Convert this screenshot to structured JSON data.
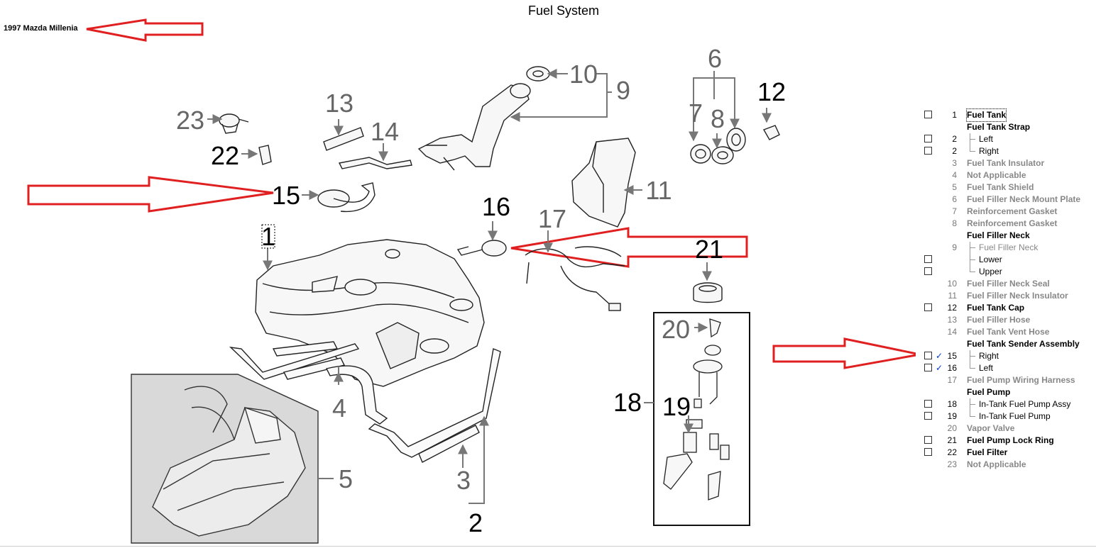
{
  "title": "Fuel System",
  "vehicle": "1997 Mazda Millenia",
  "callouts": {
    "c1": "1",
    "c2": "2",
    "c3": "3",
    "c4": "4",
    "c5": "5",
    "c6": "6",
    "c7": "7",
    "c8": "8",
    "c9": "9",
    "c10": "10",
    "c11": "11",
    "c12": "12",
    "c13": "13",
    "c14": "14",
    "c15": "15",
    "c16": "16",
    "c17": "17",
    "c18": "18",
    "c19": "19",
    "c20": "20",
    "c21": "21",
    "c22": "22",
    "c23": "23"
  },
  "parts": [
    {
      "num": "1",
      "label": "Fuel Tank",
      "checkbox": true,
      "checked": false,
      "strong": true,
      "selected": true
    },
    {
      "num": "",
      "label": "Fuel Tank Strap",
      "checkbox": false,
      "strong": true
    },
    {
      "num": "2",
      "label": "Left",
      "checkbox": true,
      "checked": false,
      "sub": true,
      "strong": true
    },
    {
      "num": "2",
      "label": "Right",
      "checkbox": true,
      "checked": false,
      "sub": true,
      "strong": true,
      "last": true
    },
    {
      "num": "3",
      "label": "Fuel Tank Insulator",
      "checkbox": false,
      "strong": false
    },
    {
      "num": "4",
      "label": "Not Applicable",
      "checkbox": false,
      "strong": false
    },
    {
      "num": "5",
      "label": "Fuel Tank Shield",
      "checkbox": false,
      "strong": false
    },
    {
      "num": "6",
      "label": "Fuel Filler Neck Mount Plate",
      "checkbox": false,
      "strong": false
    },
    {
      "num": "7",
      "label": "Reinforcement Gasket",
      "checkbox": false,
      "strong": false
    },
    {
      "num": "8",
      "label": "Reinforcement Gasket",
      "checkbox": false,
      "strong": false
    },
    {
      "num": "",
      "label": "Fuel Filler Neck",
      "checkbox": false,
      "strong": true
    },
    {
      "num": "9",
      "label": "Fuel Filler Neck",
      "checkbox": false,
      "sub": true,
      "strong": false
    },
    {
      "num": "",
      "label": "Lower",
      "checkbox": true,
      "checked": false,
      "sub": true,
      "strong": true
    },
    {
      "num": "",
      "label": "Upper",
      "checkbox": true,
      "checked": false,
      "sub": true,
      "strong": true,
      "last": true
    },
    {
      "num": "10",
      "label": "Fuel Filler Neck Seal",
      "checkbox": false,
      "strong": false
    },
    {
      "num": "11",
      "label": "Fuel Filler Neck Insulator",
      "checkbox": false,
      "strong": false
    },
    {
      "num": "12",
      "label": "Fuel Tank Cap",
      "checkbox": true,
      "checked": false,
      "strong": true
    },
    {
      "num": "13",
      "label": "Fuel Filler Hose",
      "checkbox": false,
      "strong": false
    },
    {
      "num": "14",
      "label": "Fuel Tank Vent Hose",
      "checkbox": false,
      "strong": false
    },
    {
      "num": "",
      "label": "Fuel Tank Sender Assembly",
      "checkbox": false,
      "strong": true
    },
    {
      "num": "15",
      "label": "Right",
      "checkbox": true,
      "checked": true,
      "sub": true,
      "strong": true
    },
    {
      "num": "16",
      "label": "Left",
      "checkbox": true,
      "checked": true,
      "sub": true,
      "strong": true,
      "last": true
    },
    {
      "num": "17",
      "label": "Fuel Pump Wiring Harness",
      "checkbox": false,
      "strong": false
    },
    {
      "num": "",
      "label": "Fuel Pump",
      "checkbox": false,
      "strong": true
    },
    {
      "num": "18",
      "label": "In-Tank Fuel Pump Assy",
      "checkbox": true,
      "checked": false,
      "sub": true,
      "strong": true
    },
    {
      "num": "19",
      "label": "In-Tank Fuel Pump",
      "checkbox": true,
      "checked": false,
      "sub": true,
      "strong": true,
      "last": true
    },
    {
      "num": "20",
      "label": "Vapor Valve",
      "checkbox": false,
      "strong": false
    },
    {
      "num": "21",
      "label": "Fuel Pump Lock Ring",
      "checkbox": true,
      "checked": false,
      "strong": true
    },
    {
      "num": "22",
      "label": "Fuel Filter",
      "checkbox": true,
      "checked": false,
      "strong": true
    },
    {
      "num": "23",
      "label": "Not Applicable",
      "checkbox": false,
      "strong": false
    }
  ],
  "check_glyph": "✓",
  "colors": {
    "annotation_red": "#e02020",
    "callout_gray": "#666666",
    "shield_fill": "#d9d9d9"
  }
}
